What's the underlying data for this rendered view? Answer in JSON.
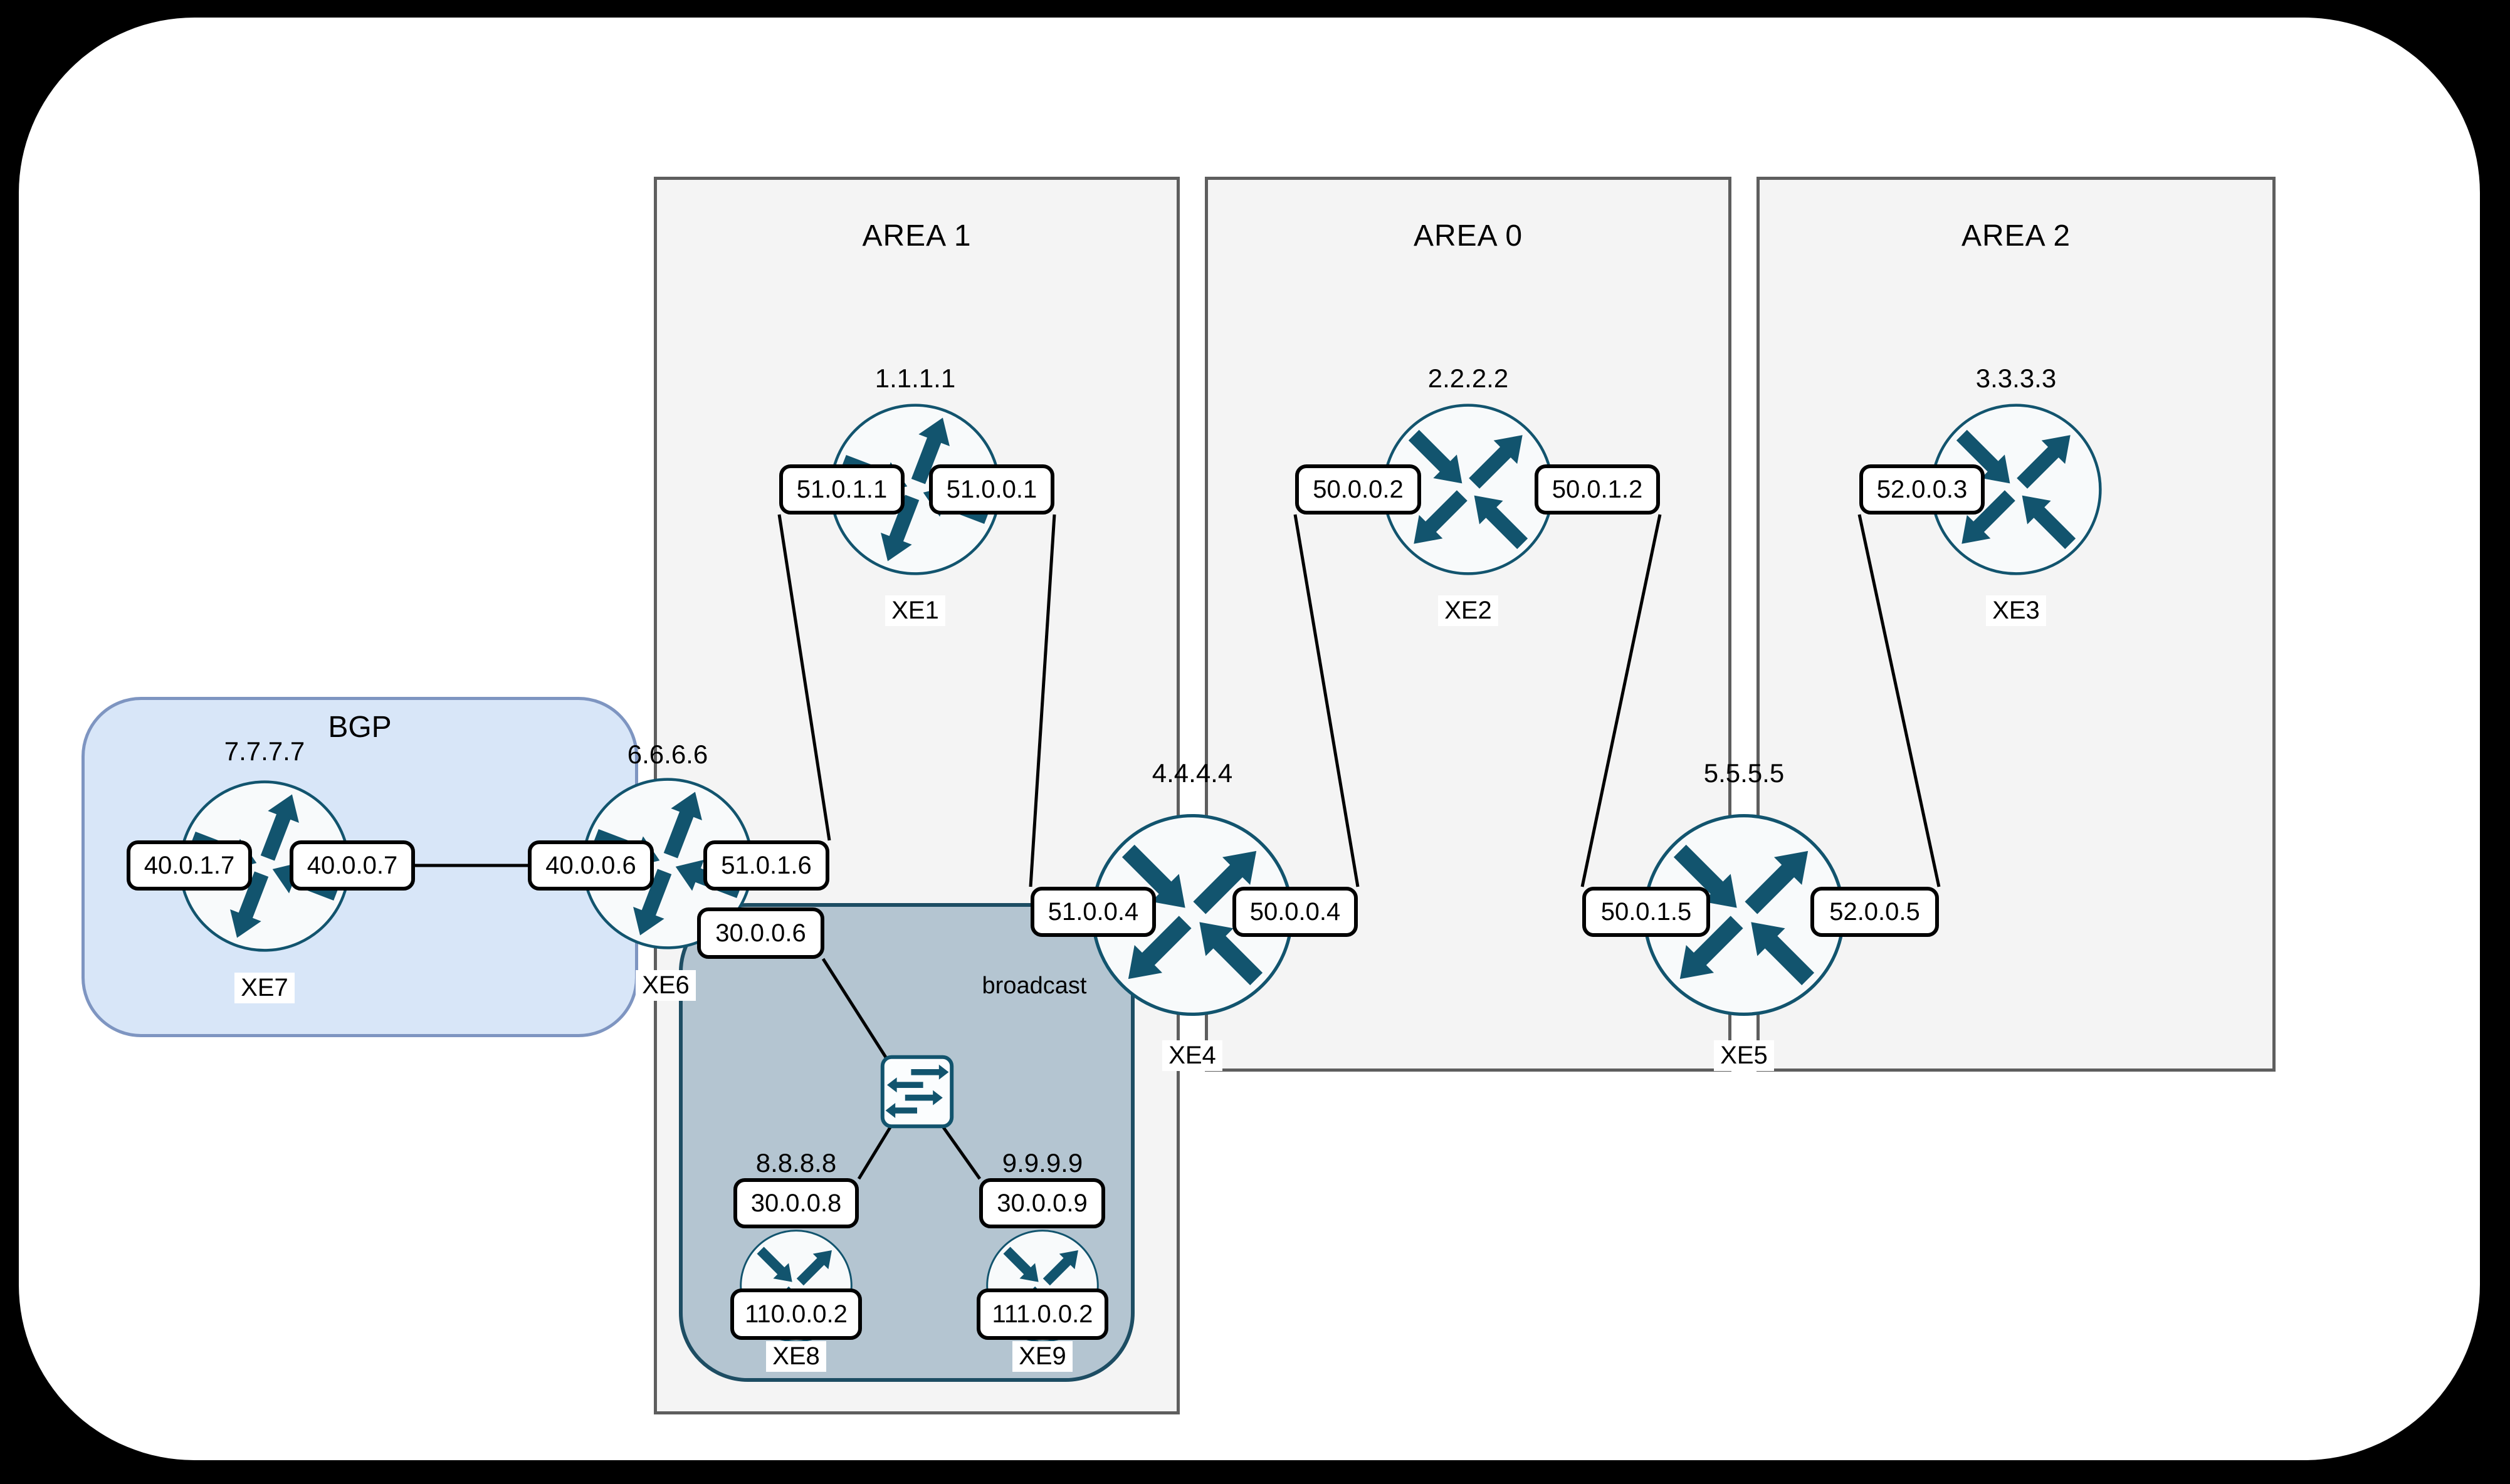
{
  "areas": [
    {
      "title": "AREA 1"
    },
    {
      "title": "AREA 0"
    },
    {
      "title": "AREA 2"
    }
  ],
  "bgp_group": {
    "title": "BGP"
  },
  "broadcast_group": {
    "title": "broadcast"
  },
  "routers": [
    {
      "name": "XE1",
      "router_id": "1.1.1.1",
      "left_label": "51.0.1.1",
      "right_label": "51.0.0.1"
    },
    {
      "name": "XE2",
      "router_id": "2.2.2.2",
      "left_label": "50.0.0.2",
      "right_label": "50.0.1.2"
    },
    {
      "name": "XE3",
      "router_id": "3.3.3.3",
      "left_label": "52.0.0.3"
    },
    {
      "name": "XE4",
      "router_id": "4.4.4.4",
      "left_label": "51.0.0.4",
      "right_label": "50.0.0.4"
    },
    {
      "name": "XE5",
      "router_id": "5.5.5.5",
      "left_label": "50.0.1.5",
      "right_label": "52.0.0.5"
    },
    {
      "name": "XE6",
      "router_id": "6.6.6.6",
      "left_label": "40.0.0.6",
      "right_label": "51.0.1.6",
      "extra_label": "30.0.0.6"
    },
    {
      "name": "XE7",
      "router_id": "7.7.7.7",
      "left_label": "40.0.1.7",
      "right_label": "40.0.0.7"
    },
    {
      "name": "XE8",
      "router_id": "8.8.8.8",
      "top_label": "30.0.0.8",
      "bottom_label": "110.0.0.2"
    },
    {
      "name": "XE9",
      "router_id": "9.9.9.9",
      "top_label": "30.0.0.9",
      "bottom_label": "111.0.0.2"
    }
  ],
  "icons": {
    "router": "router-icon",
    "switch": "switch-icon"
  },
  "colors": {
    "frame_bg": "#000000",
    "panel_bg": "#ffffff",
    "area_fill": "#f4f4f4",
    "area_border": "#5e5e5e",
    "bgp_fill": "#d8e6f8",
    "bgp_border": "#7e95c1",
    "broadcast_fill": "#b4c5d1",
    "broadcast_border": "#1d4d63",
    "icon_accent": "#12546e",
    "label_border": "#000000",
    "edge": "#000000"
  }
}
